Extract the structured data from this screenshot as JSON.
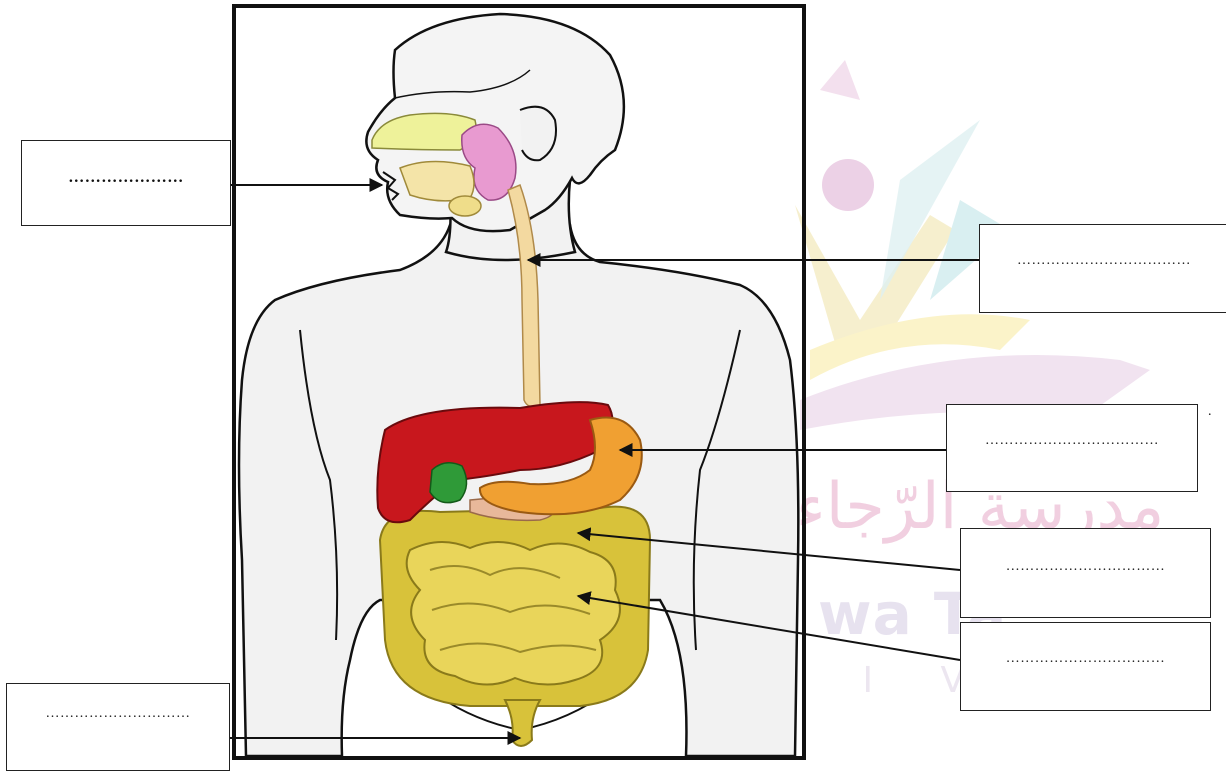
{
  "diagram": {
    "watermark": {
      "arabic_text": "مدرسة الرّجاء",
      "latin_text": "wa Ta",
      "sub_text": "R I V"
    },
    "labels": [
      {
        "id": "mouth",
        "text": "…………………"
      },
      {
        "id": "esophagus",
        "text": "………………………………"
      },
      {
        "id": "stomach",
        "text": "………………………………"
      },
      {
        "id": "large-intestine",
        "text": "……………………………"
      },
      {
        "id": "small-intestine",
        "text": "……………………………"
      },
      {
        "id": "rectum",
        "text": "…………………………"
      }
    ],
    "stray_mark": ".",
    "colors": {
      "liver": "#c8171d",
      "stomach": "#f0a032",
      "gallbladder": "#2f9a38",
      "intestine": "#d8c23a",
      "esophagus": "#f3d9a0",
      "salivary": "#e89ad0",
      "nasal": "#eef29a",
      "body_fill": "#f2f2f2",
      "outline": "#111111"
    }
  }
}
